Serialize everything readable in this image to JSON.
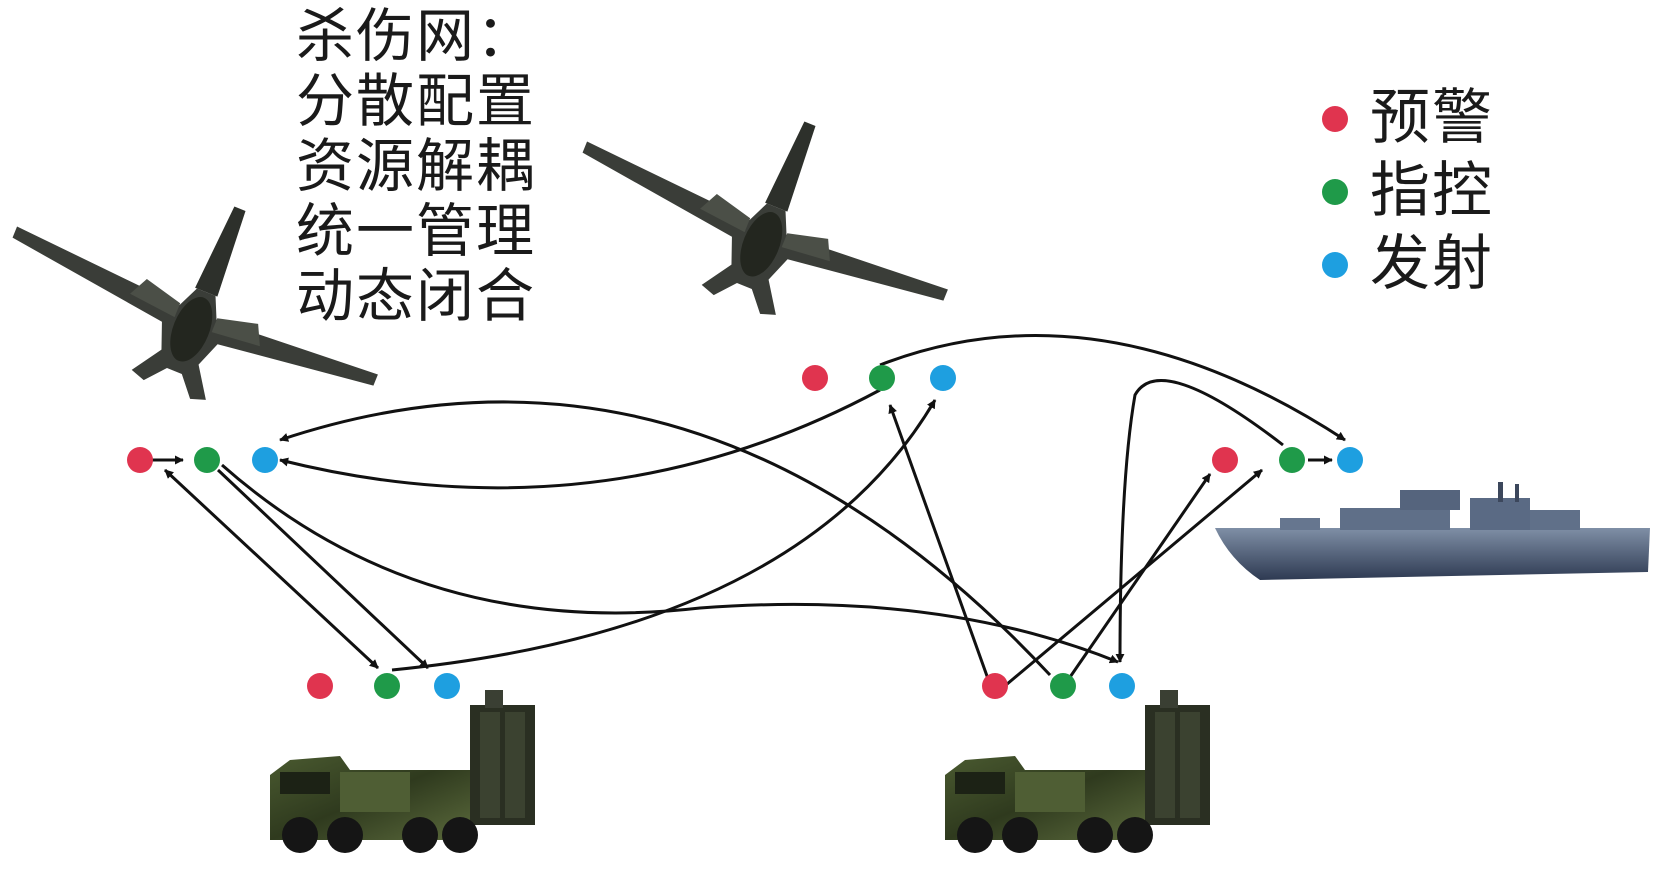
{
  "title_lines": [
    "杀伤网：",
    "分散配置",
    "资源解耦",
    "统一管理",
    "动态闭合"
  ],
  "legend": [
    {
      "label": "预警",
      "color": "#e0344f",
      "icon": "red-dot-icon"
    },
    {
      "label": "指控",
      "color": "#1f9a49",
      "icon": "green-dot-icon"
    },
    {
      "label": "发射",
      "color": "#1e9fe0",
      "icon": "blue-dot-icon"
    }
  ],
  "nodes": [
    {
      "id": "aircraft-left",
      "icon": "fighter-jet-icon"
    },
    {
      "id": "aircraft-right",
      "icon": "fighter-jet-icon"
    },
    {
      "id": "truck-left",
      "icon": "missile-launcher-truck-icon"
    },
    {
      "id": "truck-right",
      "icon": "missile-launcher-truck-icon"
    },
    {
      "id": "warship",
      "icon": "warship-icon"
    }
  ]
}
